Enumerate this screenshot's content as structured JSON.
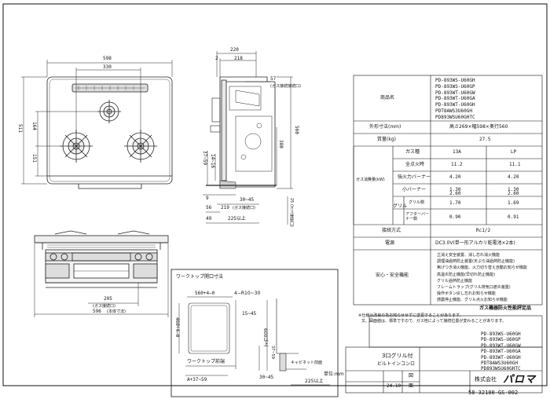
{
  "dims": {
    "width_598": "598",
    "width_330": "330",
    "height_511": "511",
    "height_164": "164",
    "height_151": "151",
    "side_220": "220",
    "side_2": "2",
    "side_218": "218",
    "side_57": "57",
    "side_57_note": "(ガス接続接続口)",
    "side_560": "560",
    "side_380": "380",
    "side_37_59": "37~59",
    "side_14_16": "14~16",
    "side_9": "9",
    "side_30_45": "30~45",
    "side_56": "56",
    "side_219": "219",
    "side_219_note": "(ガス接続口)",
    "side_49": "49",
    "side_225": "225以上",
    "side_25": "25 (ガス接続口)",
    "front_205": "205",
    "front_205_note": "(ガス接続口)",
    "front_596": "596",
    "front_596_note": "(本体寸法)"
  },
  "cutout": {
    "title": "ワークトップ開口寸法",
    "w560": "560+4−0",
    "r": "4−R10~30",
    "h460": "460+4−0",
    "d15_45": "15~45",
    "d600": "600以上",
    "front_label": "ワークトップ前端",
    "a": "A+37~59",
    "c30_45": "30~45",
    "min225": "225以上",
    "cabinet": "キャビネット前面",
    "s37_59": "37~59"
  },
  "spec": {
    "model_header": "商品名",
    "models": [
      "PD-893WS-U60GH",
      "PD-893WS-U60GP",
      "PD-893WT-U60GW",
      "PD-893WT-U60GA",
      "PD-893WT-U60GH",
      "PDT8AWS3U60GH",
      "PD893WSU60GHTC"
    ],
    "outer_label": "外形寸法(mm)",
    "outer_value": "高さ269×幅598×奥行560",
    "mass_label": "質量(kg)",
    "mass_value": "27.5",
    "gas_type_label": "ガス種",
    "gas_13a": "13A",
    "gas_lp": "LP",
    "consumption_label": "ガス消費量(kW)",
    "total_label": "全点火時",
    "total_13a": "11.2",
    "total_lp": "11.1",
    "strong_label": "強火力バーナー",
    "strong_13a": "4.20",
    "strong_lp": "4.20",
    "small_label": "小バーナー",
    "small_13a": "1.30",
    "small_lp": "1.30",
    "grill_label": "グリル",
    "grill_total_13a": "2.60",
    "grill_total_lp": "2.60",
    "grill_burner_label": "グリル側",
    "grill_burner_13a": "1.70",
    "grill_burner_lp": "1.69",
    "after_label": "アフターバーナー側",
    "after_13a": "0.90",
    "after_lp": "0.91",
    "connect_label": "接続方式",
    "connect_value": "Rc1/2",
    "power_label": "電源",
    "power_value": "DC3.0V(単一形アルカリ乾電池×2本)",
    "safety_label": "安心・安全機能",
    "safety_items": [
      "立消え安全装置、消し忘れ消火機能",
      "調理油過熱防止装置(天ぷら油過熱防止機能)",
      "焦げつき消火機能、火力切り替え自動お知らせ機能",
      "高温炎防止機能(早切れ防止機能)",
      "グリル過熱防止機能",
      "フレームトラップ(グリル排気口遮炎装置)",
      "操作ボタン戻し忘れお知らせ機能",
      "感震停止機能、グリル点火お知らせ機能"
    ],
    "cert": "ガス機器防火性能評定品",
    "note_line1": "※仕様は改良の為お知らせせずに変更することがあります。",
    "note_line2": "又、図面値は、標準ですので、ガス栓によって接続位置が変わることがあります。"
  },
  "titleblock": {
    "name_line1": "3口グリル付",
    "name_line2": "ビルトインコンロ",
    "models": [
      "PD-893WS-U60GH",
      "PD-893WS-U60GP",
      "PD-893WT-U60GW",
      "PD-893WT-U60GA",
      "PD-893WT-U60GH",
      "PDT8AWS3U60GH",
      "PD893WSU60GHTC"
    ],
    "unit": "単位:mm",
    "date": "24.10",
    "drawing_label": "図",
    "face_label": "面",
    "company": "株式会社",
    "brand": "パロマ",
    "drawing_no": "58-32100-GS-002"
  }
}
